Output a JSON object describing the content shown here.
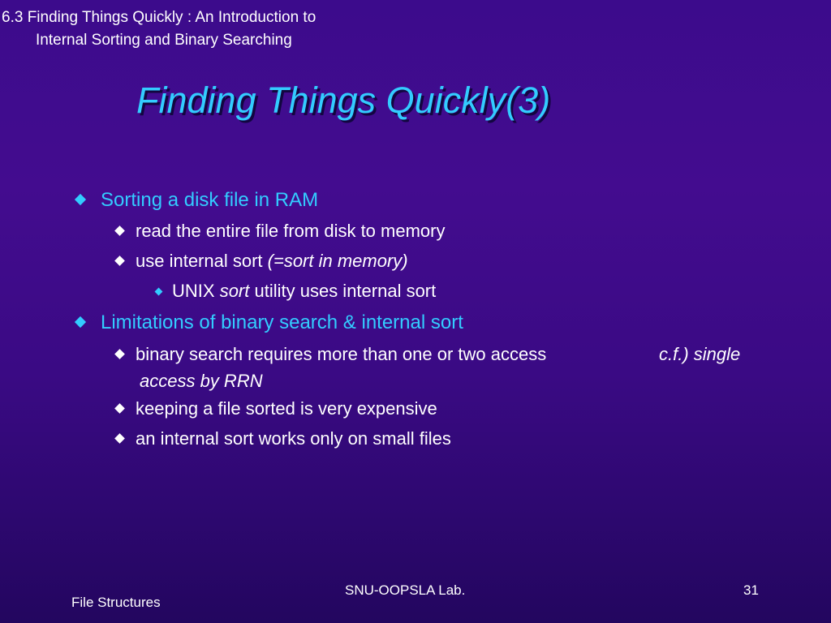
{
  "header": {
    "line1": "6.3 Finding Things Quickly : An Introduction to",
    "line2": "Internal Sorting and Binary Searching"
  },
  "slide": {
    "title": "Finding Things Quickly(3)",
    "b1": {
      "text": "Sorting a disk file in RAM",
      "s1": "read the entire file from disk to memory",
      "s2_plain": "use internal sort ",
      "s2_italic": "(=sort in memory)",
      "s2a_pre": "UNIX ",
      "s2a_italic": "sort",
      "s2a_post": " utility uses internal sort"
    },
    "b2": {
      "text": "Limitations of binary search & internal sort",
      "s1": "binary search requires more than one or two access",
      "s1_note": "c.f.) single",
      "s1_note_cont": "access by RRN",
      "s2": "keeping a file sorted is very expensive",
      "s3": "an internal sort works only on small files"
    }
  },
  "footer": {
    "left": "File Structures",
    "center": "SNU-OOPSLA Lab.",
    "page": "31"
  },
  "colors": {
    "background": "#3c0b8c",
    "accent": "#33ccff",
    "text": "#ffffff"
  },
  "icons": {
    "bullet": "diamond-bullet-icon"
  }
}
